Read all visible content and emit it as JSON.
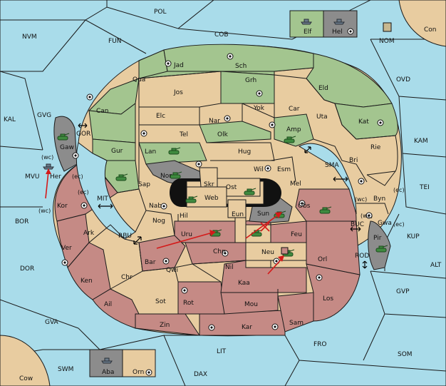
{
  "map": {
    "provinces": {
      "pol": "POL",
      "nvm": "NVM",
      "fun": "FUN",
      "cob": "COB",
      "con": "Con",
      "kal": "KAL",
      "gvg": "GVG",
      "ovd": "OVD",
      "kam": "KAM",
      "tei": "TEI",
      "mvu": "MVU",
      "bor": "BOR",
      "dor": "DOR",
      "gva": "GVA",
      "swm": "SWM",
      "cow": "Cow",
      "lit": "LIT",
      "dax": "DAX",
      "fro": "FRO",
      "som": "SOM",
      "gvp": "GVP",
      "alt": "ALT",
      "kup": "KUP",
      "buc": "BUC",
      "rod": "ROD",
      "gor": "GOR",
      "mit": "MIT",
      "rbu": "RBU",
      "sma": "SMA",
      "nom": "NOM",
      "jad": "Jad",
      "sch": "Sch",
      "qua": "Qua",
      "jos": "Jos",
      "grh": "Grh",
      "eld": "Eld",
      "can": "Can",
      "elc": "Elc",
      "nar": "Nar",
      "yok": "Yok",
      "car": "Car",
      "uta": "Uta",
      "kat": "Kat",
      "tel": "Tel",
      "olk": "Olk",
      "amp": "Amp",
      "gur": "Gur",
      "lan": "Lan",
      "hug": "Hug",
      "rie": "Rie",
      "bri": "Bri",
      "gaw": "Gaw",
      "wil": "Wil",
      "esm": "Esm",
      "nor": "Nor",
      "skr": "Skr",
      "ost": "Ost",
      "web": "Web",
      "mel": "Mel",
      "sap": "Sap",
      "byn": "Byn",
      "her": "Her",
      "kor": "Kor",
      "nab": "Nab",
      "eun": "Eun",
      "sun": "Sun",
      "obs": "Obs",
      "gwa": "Gwa",
      "hil": "Hil",
      "nog": "Nog",
      "ark": "Ark",
      "uru": "Uru",
      "feu": "Feu",
      "pir": "Pir",
      "ver": "Ver",
      "bar": "Bar",
      "chp": "Chp",
      "neu": "Neu",
      "qwi": "Qwi",
      "nil": "Nil",
      "orl": "Orl",
      "ken": "Ken",
      "chr": "Chr",
      "kaa": "Kaa",
      "ail": "Ail",
      "sot": "Sot",
      "rot": "Rot",
      "mou": "Mou",
      "los": "Los",
      "zin": "Zin",
      "kar": "Kar",
      "sam": "Sam",
      "elf": "Elf",
      "hel": "Hel",
      "aba": "Aba",
      "orn": "Orn"
    },
    "coast_labels": {
      "wc1": "(wc)",
      "ec1": "(ec)",
      "wc2": "(wc)",
      "ec2": "(ec)",
      "wc3": "(wc)",
      "ec3": "(ec)",
      "wc4": "(wc)",
      "ec4": "(ec)"
    }
  },
  "colors": {
    "sea": "#a9dcea",
    "neutral": "#e8cca0",
    "green_power": "#a3c58f",
    "red_power": "#c58a85",
    "impassable": "#8c8c8c",
    "order_arrow": "#d41a1a"
  },
  "icons": {
    "army": "tank-icon",
    "fleet": "ship-icon",
    "supply_center": "supply-center-icon"
  }
}
